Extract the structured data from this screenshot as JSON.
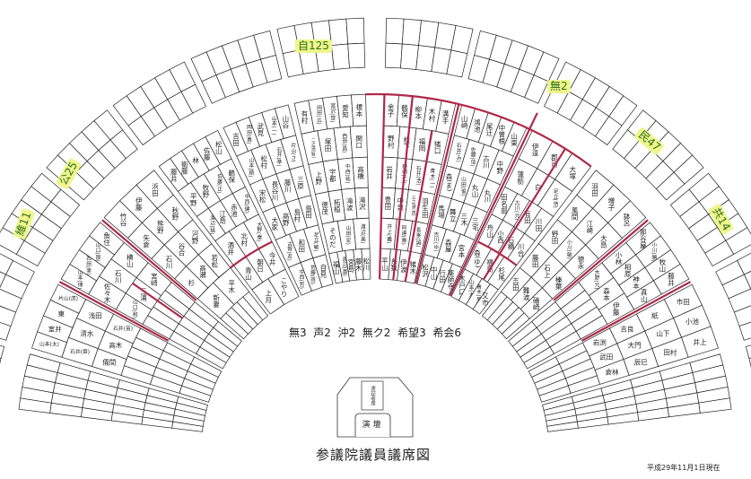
{
  "title": "参議院議員議席図",
  "date": "平成29年11月1日現在",
  "podium": {
    "label": "演壇",
    "stenographer": "速記者席"
  },
  "parties": {
    "ldp": "自125",
    "komei": "公25",
    "ishin": "維11",
    "dpfp": "民47",
    "jcp": "共14",
    "ind_right": "無2",
    "ind_center": "無3",
    "koe": "声2",
    "okinawa": "沖2",
    "muku": "無ク2",
    "kibo": "希望3",
    "kikai": "希会6"
  },
  "blocks": [
    {
      "id": "L1",
      "rows": [
        [
          "有村",
          "岡田(広)",
          "宮沢(啓)",
          "愛知",
          "榎本"
        ],
        [
          "二之湯(智)",
          "塚田",
          "西田(昌)",
          "関口"
        ],
        [
          "上野",
          "宇都",
          "中西(祐)",
          "高橋"
        ],
        [
          "徳茂",
          "柘植",
          "滝波",
          "滝沢"
        ],
        [
          "そのだ",
          "山田(宏)",
          "渡辺(美)"
        ],
        [
          "福山",
          "渡辺(喜)",
          "宮島",
          "藤木",
          "松川"
        ]
      ]
    },
    {
      "id": "L2",
      "rows": [
        [
          "吉田",
          "岡田(直)",
          "武見",
          "山本(一)",
          "山谷"
        ],
        [
          "山本(順)",
          "松村",
          "石井(準)",
          "片山(さ)"
        ],
        [
          "宋松",
          "長谷川",
          "藤川",
          "三原"
        ],
        [
          "大家",
          "高野",
          "島村",
          "島田"
        ],
        [
          "古賀(友)",
          "和田",
          "足立(敏)"
        ],
        [
          "中西(哲)",
          "佐藤(啓)",
          "自見"
        ]
      ]
    },
    {
      "id": "L3",
      "rows": [
        [
          "藤井",
          "衛藤",
          "林",
          "佐藤",
          "松山"
        ],
        [
          "平野",
          "牧野",
          "佐藤(正)",
          "鶴保"
        ],
        [
          "渡辺(猛)",
          "江島",
          "赤池",
          "中西(健)"
        ],
        [
          "酒井",
          "北村",
          "大野(泰)"
        ],
        [
          "青山",
          "朝日",
          "今井"
        ],
        [
          "上月",
          "こやり"
        ]
      ]
    },
    {
      "id": "L4",
      "rows": [
        [
          "竹谷",
          "伊藤",
          "浜田"
        ],
        [
          "矢倉",
          "熊野",
          "秋野"
        ],
        [
          "石川",
          "谷合",
          "河野"
        ],
        [
          "杉",
          "高瀬",
          "若松"
        ],
        [
          "新妻",
          "平木"
        ]
      ]
    },
    {
      "id": "L5",
      "rows": [
        [
          "山本(博)",
          "西田(実)",
          "山口(那)",
          "魚住"
        ],
        [
          "佐々木",
          "石川",
          "横山"
        ],
        [
          "山口(和)",
          "三浦",
          "宮崎"
        ]
      ]
    },
    {
      "id": "L6",
      "rows": [
        [
          "山本(太)",
          "室井",
          "東",
          "片山(虎)"
        ],
        [
          "石井(章)",
          "清水",
          "浅田"
        ],
        [
          "儀間",
          "高木",
          "石井(苗)"
        ]
      ]
    },
    {
      "id": "R1",
      "rows": [
        [
          "金子",
          "鶴保",
          "柳本",
          "木村",
          "溝手"
        ],
        [
          "野村",
          "松下",
          "福岡",
          "猪口"
        ],
        [
          "岩井",
          "磯崎(仁)",
          "石井(浩)",
          "青木(一)"
        ],
        [
          "豊田",
          "中泉",
          "三之湯(良)",
          "羽生田"
        ],
        [
          "井上(義)",
          "阿達(雅)",
          "長峯(誠)"
        ],
        [
          "平山",
          "糸数",
          "伊波",
          "猪木"
        ]
      ]
    },
    {
      "id": "R2",
      "rows": [
        [
          "山崎",
          "鴻池",
          "尾辻",
          "中曽根",
          "山東"
        ],
        [
          "石井(み)",
          "佐藤(信)",
          "古川",
          "中野"
        ],
        [
          "森(ま)",
          "山田(俊)",
          "丸山",
          "丸川"
        ],
        [
          "馬場",
          "舞立",
          "三木",
          "三宅"
        ],
        [
          "吉川(ゆ)",
          "森屋",
          "宮本"
        ],
        [
          "松沢",
          "中山",
          "行田",
          "薬師寺"
        ]
      ]
    },
    {
      "id": "R3",
      "rows": [
        [
          "伊達",
          "郡司",
          "大塚"
        ],
        [
          "蓮舫",
          "白",
          "足立(信)"
        ],
        [
          "田名部",
          "古川(元)",
          "有田",
          "川田"
        ],
        [
          "舟山",
          "小西",
          "石橋",
          "川合"
        ],
        [
          "森(ゆ)",
          "福島",
          "杉尾"
        ],
        [
          "木戸口",
          "山本(太)",
          "青木(愛)",
          "又市"
        ]
      ]
    },
    {
      "id": "R4",
      "rows": [
        [
          "羽田",
          "増子",
          "鉢呂"
        ],
        [
          "風間",
          "江崎",
          "大島"
        ],
        [
          "野田",
          "小川(敏)",
          "徳永"
        ],
        [
          "藤田",
          "石上",
          "榛葉"
        ],
        [
          "吉田",
          "難波",
          "礒崎"
        ]
      ]
    },
    {
      "id": "R5",
      "rows": [
        [
          "那谷屋",
          "小川(勝)",
          "牧山",
          "藤井"
        ],
        [
          "小林",
          "相原",
          "神本",
          "真山"
        ],
        [
          "大野(元)",
          "森本",
          "伊藤"
        ]
      ]
    },
    {
      "id": "R6",
      "rows": [
        [
          "市田",
          "小池",
          "井上"
        ],
        [
          "紙",
          "山下",
          "田村"
        ],
        [
          "吉良",
          "大門",
          "辰巳"
        ],
        [
          "岩渕",
          "武田",
          "倉林"
        ]
      ]
    }
  ]
}
